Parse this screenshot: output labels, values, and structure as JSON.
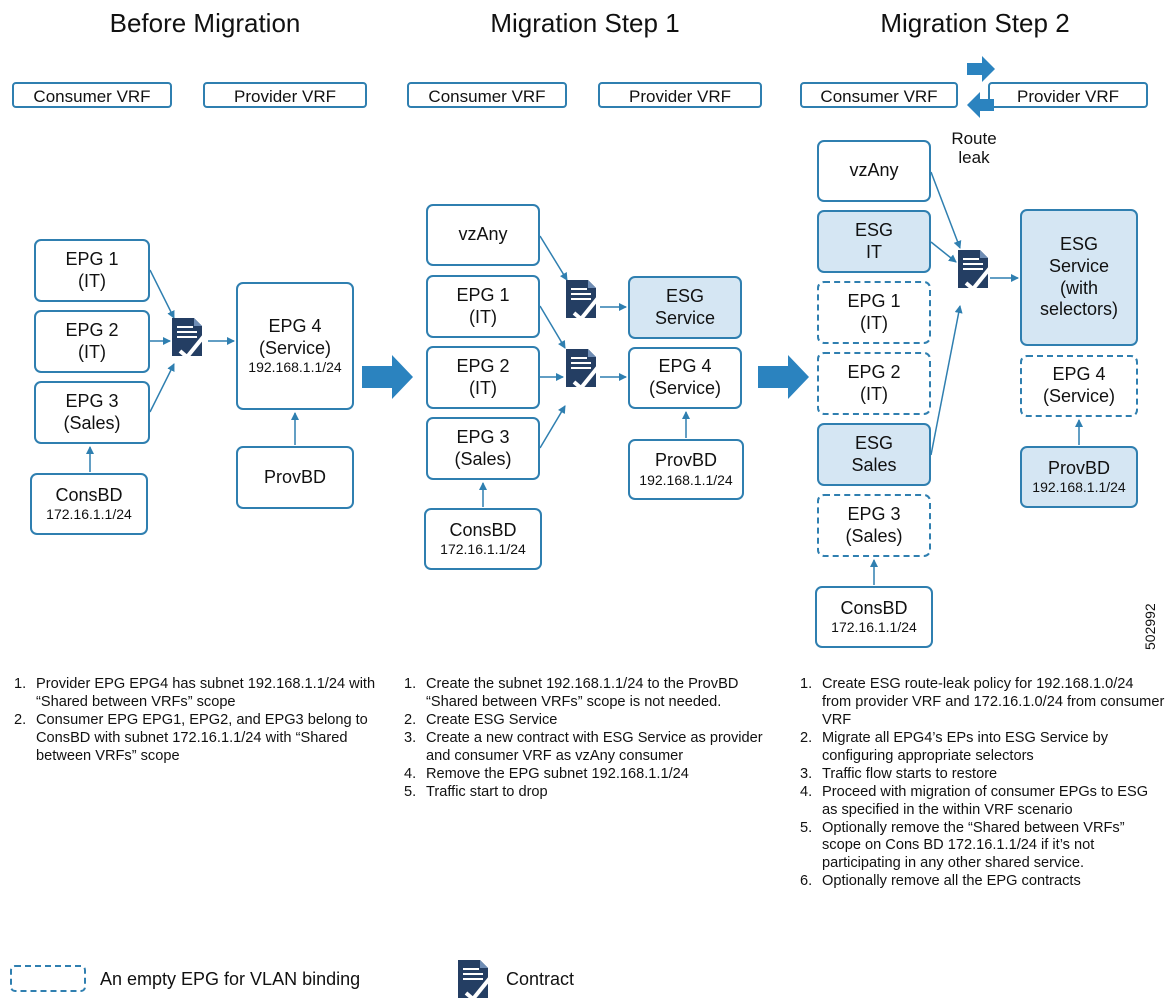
{
  "panels": {
    "before": {
      "title": "Before Migration",
      "consumer_vrf": "Consumer VRF",
      "provider_vrf": "Provider VRF",
      "epg1": [
        "EPG 1",
        "(IT)"
      ],
      "epg2": [
        "EPG 2",
        "(IT)"
      ],
      "epg3": [
        "EPG 3",
        "(Sales)"
      ],
      "epg4": [
        "EPG 4",
        "(Service)",
        "192.168.1.1/24"
      ],
      "consbd": [
        "ConsBD",
        "172.16.1.1/24"
      ],
      "provbd": "ProvBD",
      "notes": [
        "Provider EPG EPG4 has subnet 192.168.1.1/24 with “Shared between VRFs” scope",
        "Consumer EPG EPG1, EPG2, and EPG3 belong to ConsBD with subnet 172.16.1.1/24 with “Shared between VRFs” scope"
      ]
    },
    "step1": {
      "title": "Migration Step 1",
      "consumer_vrf": "Consumer VRF",
      "provider_vrf": "Provider VRF",
      "vzany": "vzAny",
      "epg1": [
        "EPG 1",
        "(IT)"
      ],
      "epg2": [
        "EPG 2",
        "(IT)"
      ],
      "epg3": [
        "EPG 3",
        "(Sales)"
      ],
      "esg_service": [
        "ESG",
        "Service"
      ],
      "epg4": [
        "EPG 4",
        "(Service)"
      ],
      "consbd": [
        "ConsBD",
        "172.16.1.1/24"
      ],
      "provbd": [
        "ProvBD",
        "192.168.1.1/24"
      ],
      "notes": [
        "Create the subnet 192.168.1.1/24 to the ProvBD “Shared between VRFs” scope is not needed.",
        "Create ESG Service",
        "Create a new contract with ESG Service as provider and consumer VRF as vzAny consumer",
        "Remove the EPG subnet 192.168.1.1/24",
        "Traffic start to drop"
      ]
    },
    "step2": {
      "title": "Migration Step 2",
      "consumer_vrf": "Consumer VRF",
      "provider_vrf": "Provider VRF",
      "route_leak": [
        "Route",
        "leak"
      ],
      "vzany": "vzAny",
      "esg_it": [
        "ESG",
        "IT"
      ],
      "epg1": [
        "EPG 1",
        "(IT)"
      ],
      "epg2": [
        "EPG 2",
        "(IT)"
      ],
      "esg_sales": [
        "ESG",
        "Sales"
      ],
      "epg3": [
        "EPG 3",
        "(Sales)"
      ],
      "consbd": [
        "ConsBD",
        "172.16.1.1/24"
      ],
      "esg_service": [
        "ESG",
        "Service",
        "(with",
        "selectors)"
      ],
      "epg4": [
        "EPG 4",
        "(Service)"
      ],
      "provbd": [
        "ProvBD",
        "192.168.1.1/24"
      ],
      "notes": [
        "Create ESG route-leak policy for 192.168.1.0/24 from provider VRF and 172.16.1.0/24 from consumer VRF",
        "Migrate all EPG4’s EPs into ESG Service by configuring appropriate selectors",
        "Traffic flow starts to restore",
        "Proceed with migration of consumer EPGs to ESG as specified in the within VRF scenario",
        "Optionally remove the “Shared between VRFs” scope on Cons BD 172.16.1.1/24 if it’s not participating in any other shared service.",
        "Optionally remove all the EPG contracts"
      ]
    }
  },
  "legend": {
    "empty_epg": "An empty EPG for VLAN binding",
    "contract": "Contract"
  },
  "figure_id": "502992",
  "colors": {
    "border": "#2f7fb0",
    "esg_fill": "#d5e6f3",
    "arrow": "#2b83bf",
    "contract_dark": "#243e63"
  }
}
